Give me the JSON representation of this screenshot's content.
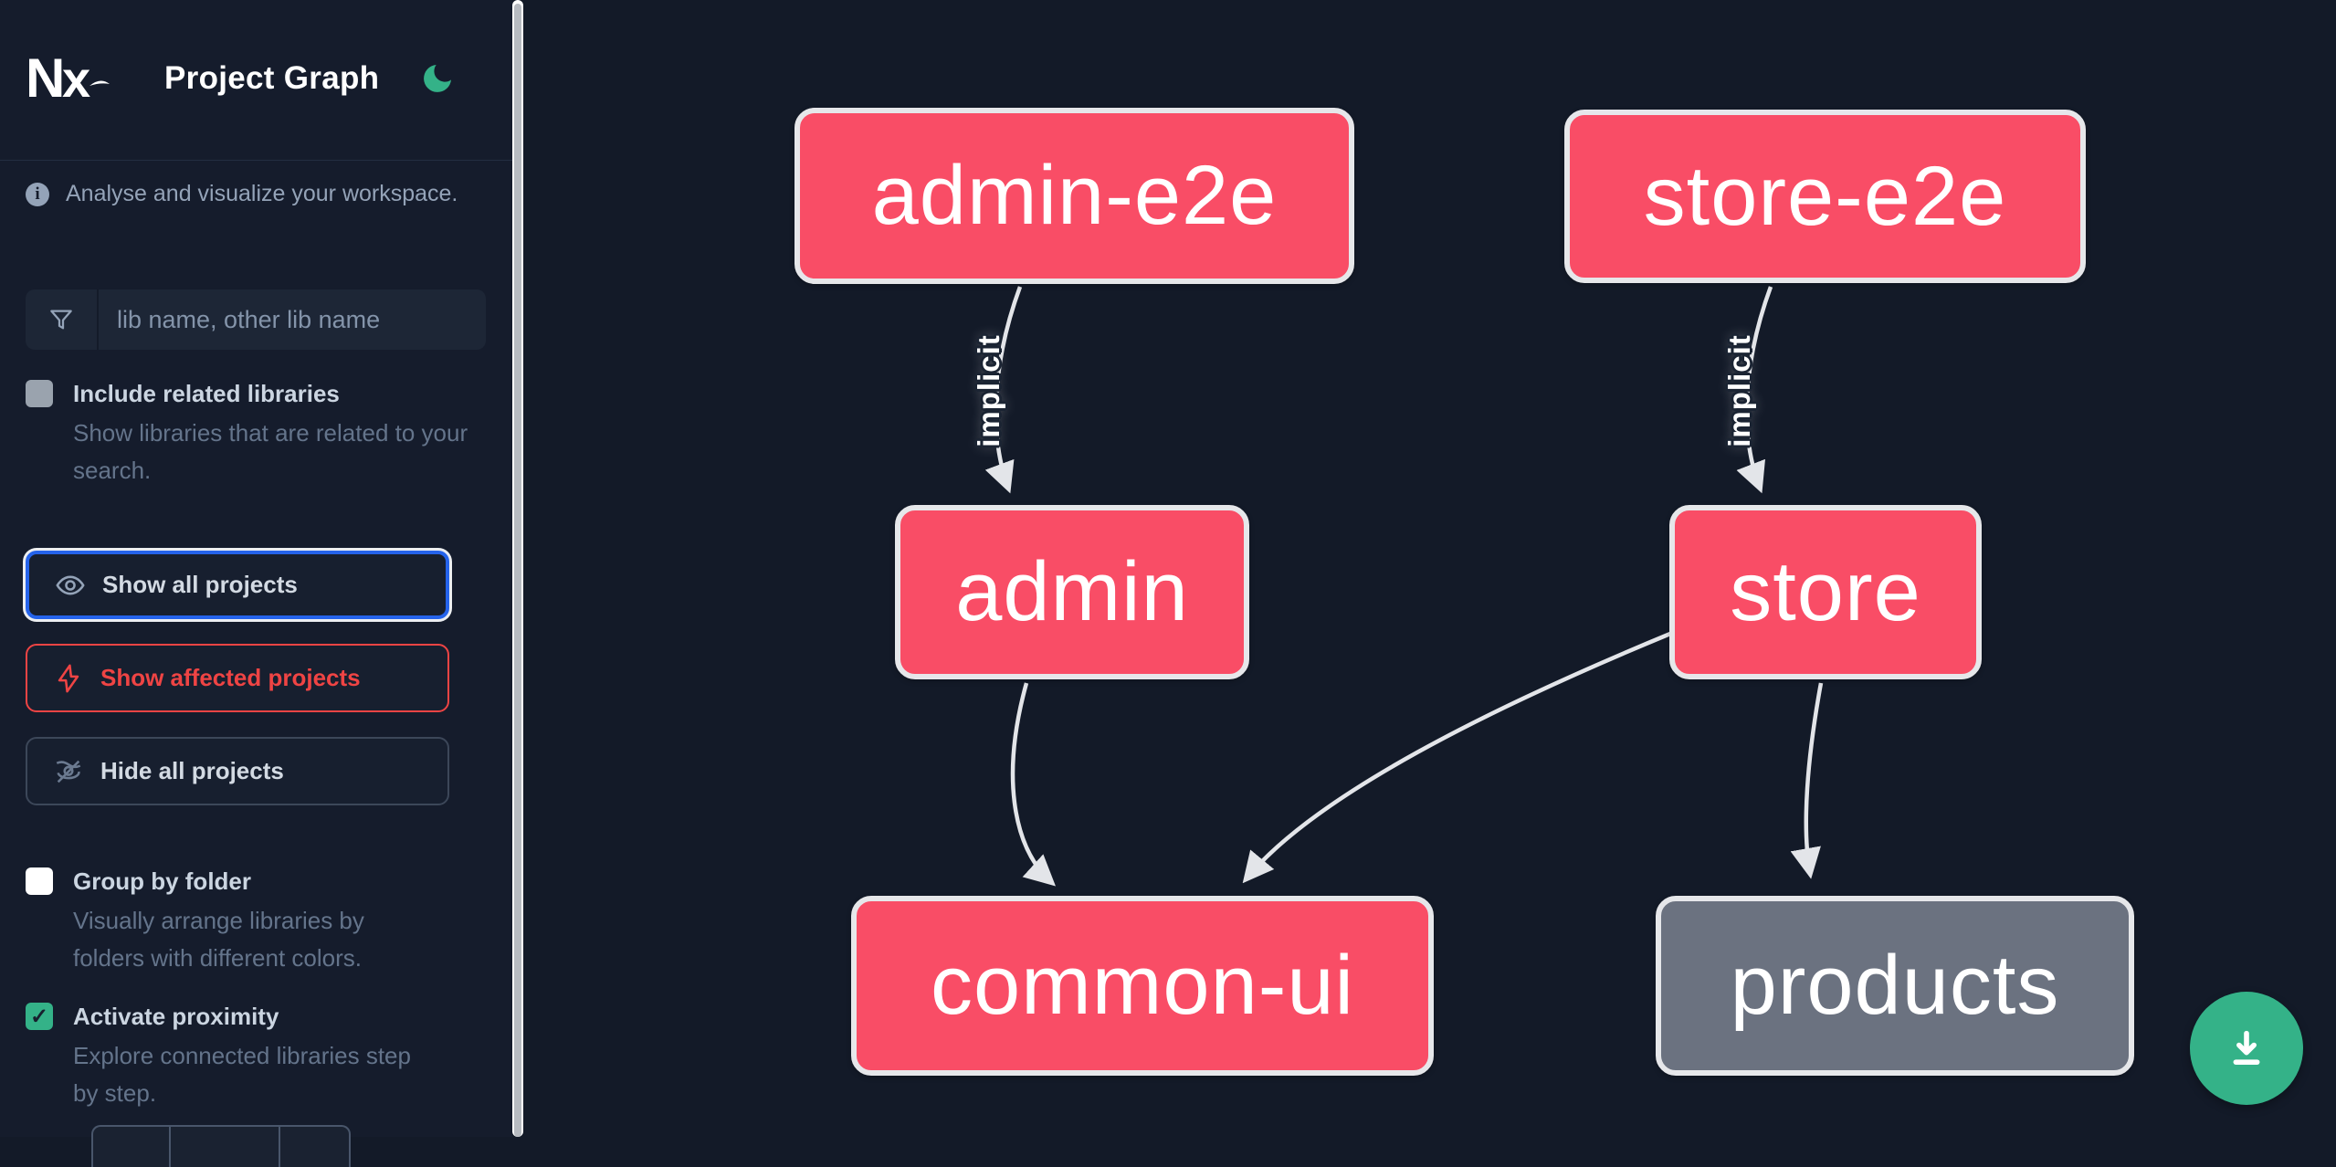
{
  "header": {
    "logo_text": "Nx",
    "title": "Project Graph",
    "theme_toggle_icon": "moon-icon"
  },
  "sidebar": {
    "info_text": "Analyse and visualize your workspace.",
    "search": {
      "placeholder": "lib name, other lib name",
      "value": "",
      "icon": "filter-funnel-icon"
    },
    "toggles": [
      {
        "label": "Include related libraries",
        "description": "Show libraries that are related to your search.",
        "checked": false
      },
      {
        "label": "Group by folder",
        "description": "Visually arrange libraries by folders with different colors.",
        "checked": false
      },
      {
        "label": "Activate proximity",
        "description": "Explore connected libraries step by step.",
        "checked": true
      }
    ],
    "check_glyph": "✓",
    "buttons": [
      {
        "label": "Show all projects",
        "icon": "eye-icon",
        "state": "focused"
      },
      {
        "label": "Show affected projects",
        "icon": "bolt-icon",
        "variant": "affected"
      },
      {
        "label": "Hide all projects",
        "icon": "eye-off-icon"
      }
    ]
  },
  "graph": {
    "nodes": [
      {
        "label": "admin-e2e",
        "color": "pink"
      },
      {
        "label": "store-e2e",
        "color": "pink"
      },
      {
        "label": "admin",
        "color": "pink"
      },
      {
        "label": "store",
        "color": "pink"
      },
      {
        "label": "common-ui",
        "color": "pink"
      },
      {
        "label": "products",
        "color": "gray"
      }
    ],
    "edges": [
      {
        "from": "admin-e2e",
        "to": "admin",
        "label": "implicit"
      },
      {
        "from": "store-e2e",
        "to": "store",
        "label": "implicit"
      },
      {
        "from": "admin",
        "to": "common-ui",
        "label": ""
      },
      {
        "from": "store",
        "to": "common-ui",
        "label": ""
      },
      {
        "from": "store",
        "to": "products",
        "label": ""
      }
    ]
  },
  "fab": {
    "icon": "download-icon"
  },
  "colors": {
    "background": "#131a28",
    "node_pink": "#f94d66",
    "node_gray": "#6b7280",
    "node_border": "#e6e7ea",
    "edge": "#e3e5e9",
    "accent_green": "#34b288",
    "accent_blue": "#2563eb",
    "accent_red": "#ef4444",
    "text_muted": "#64748b",
    "text_label": "#cbd5e1"
  }
}
